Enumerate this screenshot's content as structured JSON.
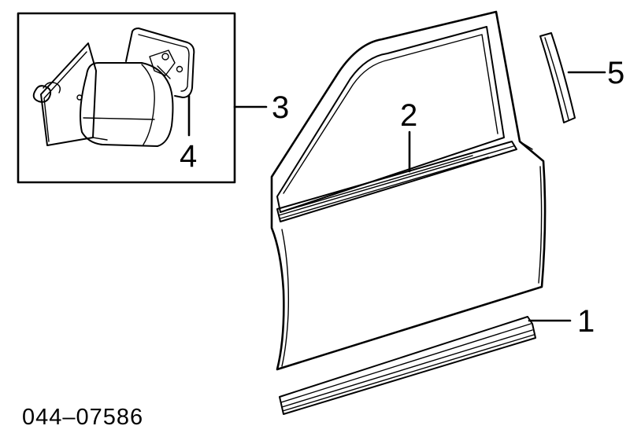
{
  "callouts": {
    "c1": "1",
    "c2": "2",
    "c3": "3",
    "c4": "4",
    "c5": "5"
  },
  "part_number": "044–07586",
  "parts": [
    {
      "id": "1",
      "name": "door-lower-molding"
    },
    {
      "id": "2",
      "name": "belt-molding"
    },
    {
      "id": "3",
      "name": "outside-rear-view-mirror"
    },
    {
      "id": "4",
      "name": "mirror-glass"
    },
    {
      "id": "5",
      "name": "window-frame-molding"
    }
  ],
  "colors": {
    "line": "#000000",
    "background": "#ffffff"
  }
}
